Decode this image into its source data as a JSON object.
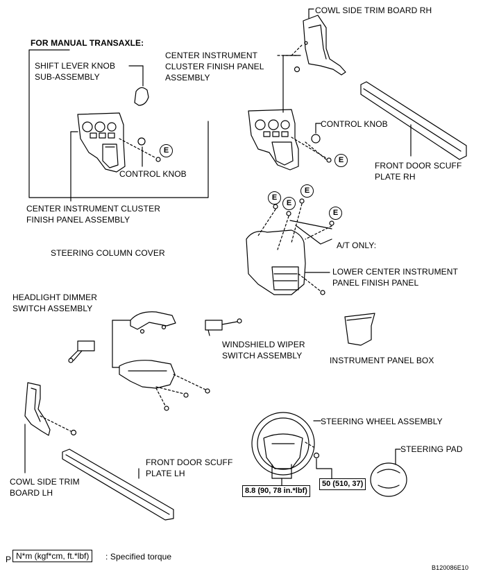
{
  "heading": "FOR MANUAL TRANSAXLE:",
  "labels": {
    "cowl_rh": "COWL SIDE TRIM BOARD RH",
    "center_panel_1": "CENTER INSTRUMENT",
    "center_panel_2": "CLUSTER FINISH PANEL",
    "center_panel_3": "ASSEMBLY",
    "shift_knob_1": "SHIFT LEVER KNOB",
    "shift_knob_2": "SUB-ASSEMBLY",
    "control_knob_right": "CONTROL KNOB",
    "control_knob_left": "CONTROL KNOB",
    "scuff_rh_1": "FRONT DOOR SCUFF",
    "scuff_rh_2": "PLATE RH",
    "center_panel_mt_1": "CENTER INSTRUMENT CLUSTER",
    "center_panel_mt_2": "FINISH PANEL ASSEMBLY",
    "at_only": "A/T ONLY:",
    "steering_column": "STEERING COLUMN COVER",
    "lower_panel_1": "LOWER CENTER INSTRUMENT",
    "lower_panel_2": "PANEL FINISH PANEL",
    "headlight_1": "HEADLIGHT DIMMER",
    "headlight_2": "SWITCH ASSEMBLY",
    "wiper_1": "WINDSHIELD WIPER",
    "wiper_2": "SWITCH ASSEMBLY",
    "panel_box": "INSTRUMENT PANEL BOX",
    "steering_wheel": "STEERING WHEEL ASSEMBLY",
    "steering_pad": "STEERING PAD",
    "scuff_lh_1": "FRONT DOOR SCUFF",
    "scuff_lh_2": "PLATE LH",
    "cowl_lh_1": "COWL SIDE TRIM",
    "cowl_lh_2": "BOARD LH"
  },
  "clip_marker": "E",
  "torques": {
    "wheel_small": "8.8 (90, 78 in.*lbf)",
    "wheel_nut": "50 (510, 37)"
  },
  "legend": {
    "box": "N*m (kgf*cm, ft.*lbf)",
    "text": ": Specified torque"
  },
  "corner_left": "P",
  "figure_id": "B120086E10"
}
